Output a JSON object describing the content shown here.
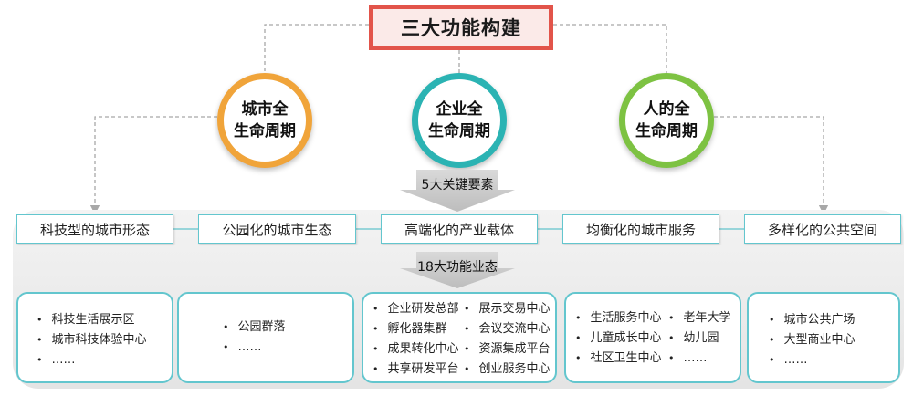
{
  "title": "三大功能构建",
  "lifecycles": [
    {
      "line1": "城市全",
      "line2": "生命周期",
      "color": "#f0a43a"
    },
    {
      "line1": "企业全",
      "line2": "生命周期",
      "color": "#2bb3b3"
    },
    {
      "line1": "人的全",
      "line2": "生命周期",
      "color": "#7dc242"
    }
  ],
  "arrow1_label": "5大关键要素",
  "arrow2_label": "18大功能业态",
  "elements": [
    "科技型的城市形态",
    "公园化的城市生态",
    "高端化的产业载体",
    "均衡化的城市服务",
    "多样化的公共空间"
  ],
  "cards": [
    {
      "col1": [
        "科技生活展示区",
        "城市科技体验中心",
        "……"
      ]
    },
    {
      "col1": [
        "公园群落",
        "……"
      ]
    },
    {
      "col1": [
        "企业研发总部",
        "孵化器集群",
        "成果转化中心",
        "共享研发平台"
      ],
      "col2": [
        "展示交易中心",
        "会议交流中心",
        "资源集成平台",
        "创业服务中心"
      ]
    },
    {
      "col1": [
        "生活服务中心",
        "儿童成长中心",
        "社区卫生中心"
      ],
      "col2": [
        "老年大学",
        "幼儿园",
        "……"
      ]
    },
    {
      "col1": [
        "城市公共广场",
        "大型商业中心",
        "……"
      ]
    }
  ],
  "colors": {
    "title_border": "#e2544a",
    "box_border": "#63c6ce",
    "connector": "#a8a8a8"
  }
}
